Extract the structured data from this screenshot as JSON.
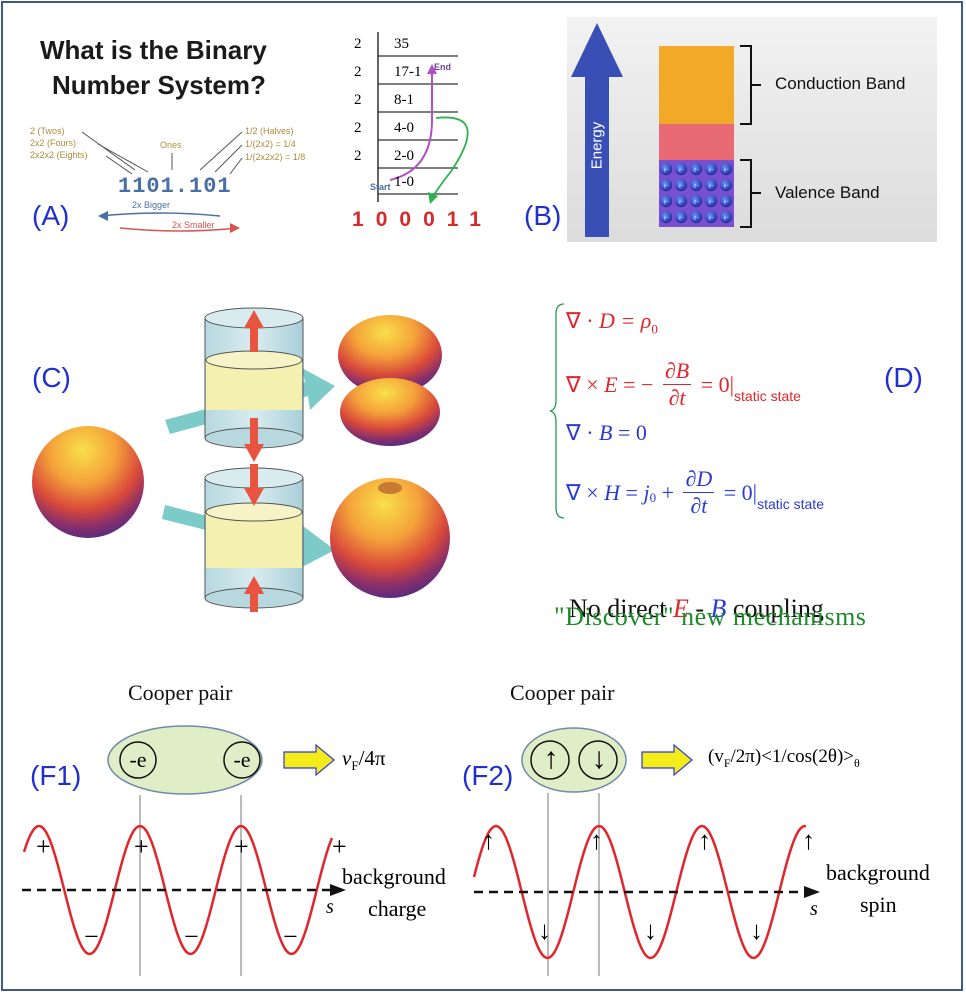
{
  "panel_labels": {
    "A": "(A)",
    "B": "(B)",
    "C": "(C)",
    "D": "(D)",
    "F1": "(F1)",
    "F2": "(F2)"
  },
  "binary": {
    "title_line1": "What is the Binary",
    "title_line2": "Number System?",
    "left_annotations": [
      "2 (Twos)",
      "2x2 (Fours)",
      "2x2x2 (Eights)"
    ],
    "ones": "Ones",
    "right_annotations": [
      "1/2 (Halves)",
      "1/(2x2) = 1/4",
      "1/(2x2x2) = 1/8"
    ],
    "number": "1101.101",
    "bigger": "2x Bigger",
    "smaller": "2x Smaller",
    "division_rows": [
      {
        "divisor": "2",
        "value": "35"
      },
      {
        "divisor": "2",
        "value": "17-1"
      },
      {
        "divisor": "2",
        "value": "8-1"
      },
      {
        "divisor": "2",
        "value": "4-0"
      },
      {
        "divisor": "2",
        "value": "2-0"
      },
      {
        "divisor": "",
        "value": "1-0"
      }
    ],
    "end_label": "End",
    "start_label": "Start",
    "result_digits": [
      "1",
      "0",
      "0",
      "0",
      "1",
      "1"
    ],
    "colors": {
      "title": "#1a1a1a",
      "annot": "#b08c3c",
      "number": "#4a6fa5",
      "digits": "#d62b2b",
      "end_arrow": "#b04fc8",
      "start_arrow": "#2bb24c"
    }
  },
  "bands": {
    "energy_label": "Energy",
    "conduction_label": "Conduction Band",
    "valence_label": "Valence Band",
    "electron_symbol": "e-",
    "colors": {
      "arrow": "#3a4fb5",
      "conduction": "#f3a928",
      "gap": "#e86a75",
      "valence": "#7c4fd0",
      "panel": "#e6e6e6"
    }
  },
  "maxwell": {
    "eq1": {
      "lhs": "∇ · ",
      "vec": "D",
      "rhs": " = ρ",
      "sub": "0"
    },
    "eq2": {
      "lhs": "∇ × ",
      "vec": "E",
      "eq": " = − ",
      "num": "∂B",
      "den": "∂t",
      "tail": " = 0|",
      "subscript": "static state"
    },
    "eq3": {
      "lhs": "∇ · ",
      "vec": "B",
      "rhs": " = 0"
    },
    "eq4": {
      "lhs": "∇ × ",
      "vec": "H",
      "eq": " = ",
      "j": "j",
      "jsub": "0",
      "plus": " + ",
      "num": "∂D",
      "den": "∂t",
      "tail": " = 0|",
      "subscript": "static state"
    },
    "colors": {
      "red": "#e0262b",
      "blue": "#2a3bd6",
      "brace": "#2a9c4b"
    }
  },
  "notes": {
    "line1_pre": "No direct ",
    "line1_E": "E",
    "line1_mid": " - ",
    "line1_B": "B",
    "line1_post": " coupling",
    "line2": "\"Discover\" new mechanisms",
    "colors": {
      "text": "#111111",
      "E": "#e0262b",
      "B": "#2a3bd6",
      "green": "#1f8a2a"
    }
  },
  "f1": {
    "title": "Cooper pair",
    "charge_left": "-e",
    "charge_right": "-e",
    "formula": "vF/4π",
    "v": "v",
    "vsub": "F",
    "vtail": "/4π",
    "plus": "+",
    "minus": "−",
    "axis_label": "s",
    "bg_line1": "background",
    "bg_line2": "charge"
  },
  "f2": {
    "title": "Cooper pair",
    "spin_up": "↑",
    "spin_down": "↓",
    "formula_pre": "(v",
    "vsub": "F",
    "formula_mid": "/2π)<1/cos(2θ)>",
    "formula_sub": "θ",
    "axis_label": "s",
    "bg_line1": "background",
    "bg_line2": "spin"
  },
  "colors": {
    "wave": "#e0262b",
    "ellipse_fill": "#dfeec6",
    "ellipse_stroke": "#6f8aa8",
    "arrow_fill": "#f4ec1a",
    "arrow_stroke": "#2a3bd6",
    "frame": "#3f5a86"
  }
}
